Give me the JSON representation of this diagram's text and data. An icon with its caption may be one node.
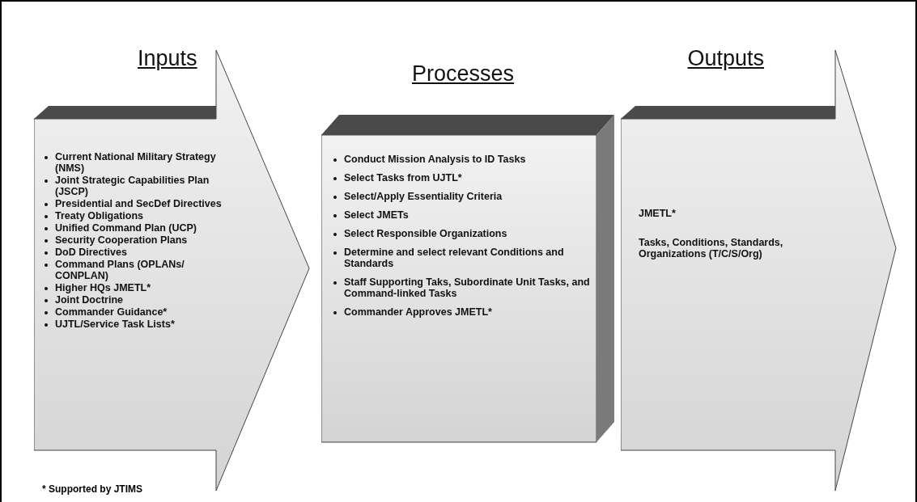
{
  "diagram": {
    "nodes": [
      {
        "text": [
          "Inputs",
          "Current National Military Strategy (NMS)",
          "Joint Strategic Capabilities Plan (JSCP)",
          "Presidential and SecDef Directives",
          "Treaty Obligations",
          "Unified Command Plan (UCP)",
          "Security Cooperation Plans",
          "DoD Directives",
          "Command Plans (OPLANs/ CONPLAN)",
          "Higher HQs JMETL*",
          "Joint Doctrine",
          "Commander Guidance*",
          "UJTL/Service Task Lists*"
        ]
      },
      {
        "text": [
          "Processes",
          "Conduct Mission Analysis to ID Tasks",
          "Select Tasks from UJTL*",
          "Select/Apply Essentiality Criteria",
          "Select JMETs",
          "Select Responsible Organizations",
          "Determine and select relevant Conditions and Standards",
          "Staff Supporting Taks, Subordinate Unit Tasks, and Command-linked Tasks",
          "Commander Approves JMETL*"
        ]
      },
      {
        "text": [
          "Outputs",
          "JMETL*",
          "Tasks, Conditions, Standards, Organizations (T/C/S/Org)"
        ]
      }
    ],
    "labels": [
      "* Supported by JTIMS"
    ]
  }
}
